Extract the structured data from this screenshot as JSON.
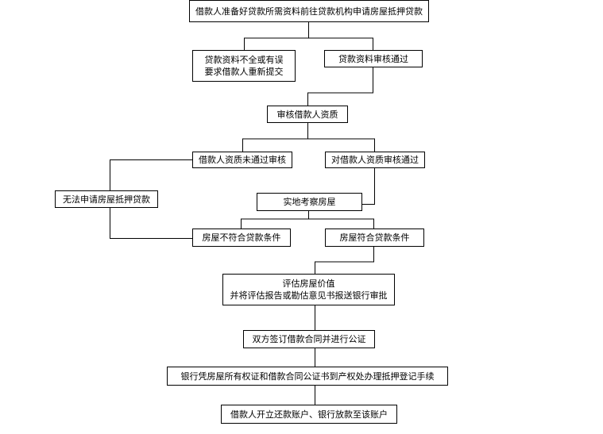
{
  "flowchart": {
    "apply_loan": "借款人准备好贷款所需资料前往贷款机构申请房屋抵押贷款",
    "docs_incomplete_line1": "贷款资料不全或有误",
    "docs_incomplete_line2": "要求借款人重新提交",
    "docs_approved": "贷款资料审核通过",
    "review_qualification": "审核借款人资质",
    "qualification_failed": "借款人资质未通过审核",
    "qualification_passed": "对借款人资质审核通过",
    "cannot_apply": "无法申请房屋抵押贷款",
    "inspect_property": "实地考察房屋",
    "property_not_qualified": "房屋不符合贷款条件",
    "property_qualified": "房屋符合贷款条件",
    "appraise_line1": "评估房屋价值",
    "appraise_line2": "并将评估报告或勘估意见书报送银行审批",
    "sign_contract": "双方签订借款合同并进行公证",
    "mortgage_registration": "银行凭房屋所有权证和借款合同公证书到产权处办理抵押登记手续",
    "open_account": "借款人开立还款账户、银行放款至该账户"
  }
}
